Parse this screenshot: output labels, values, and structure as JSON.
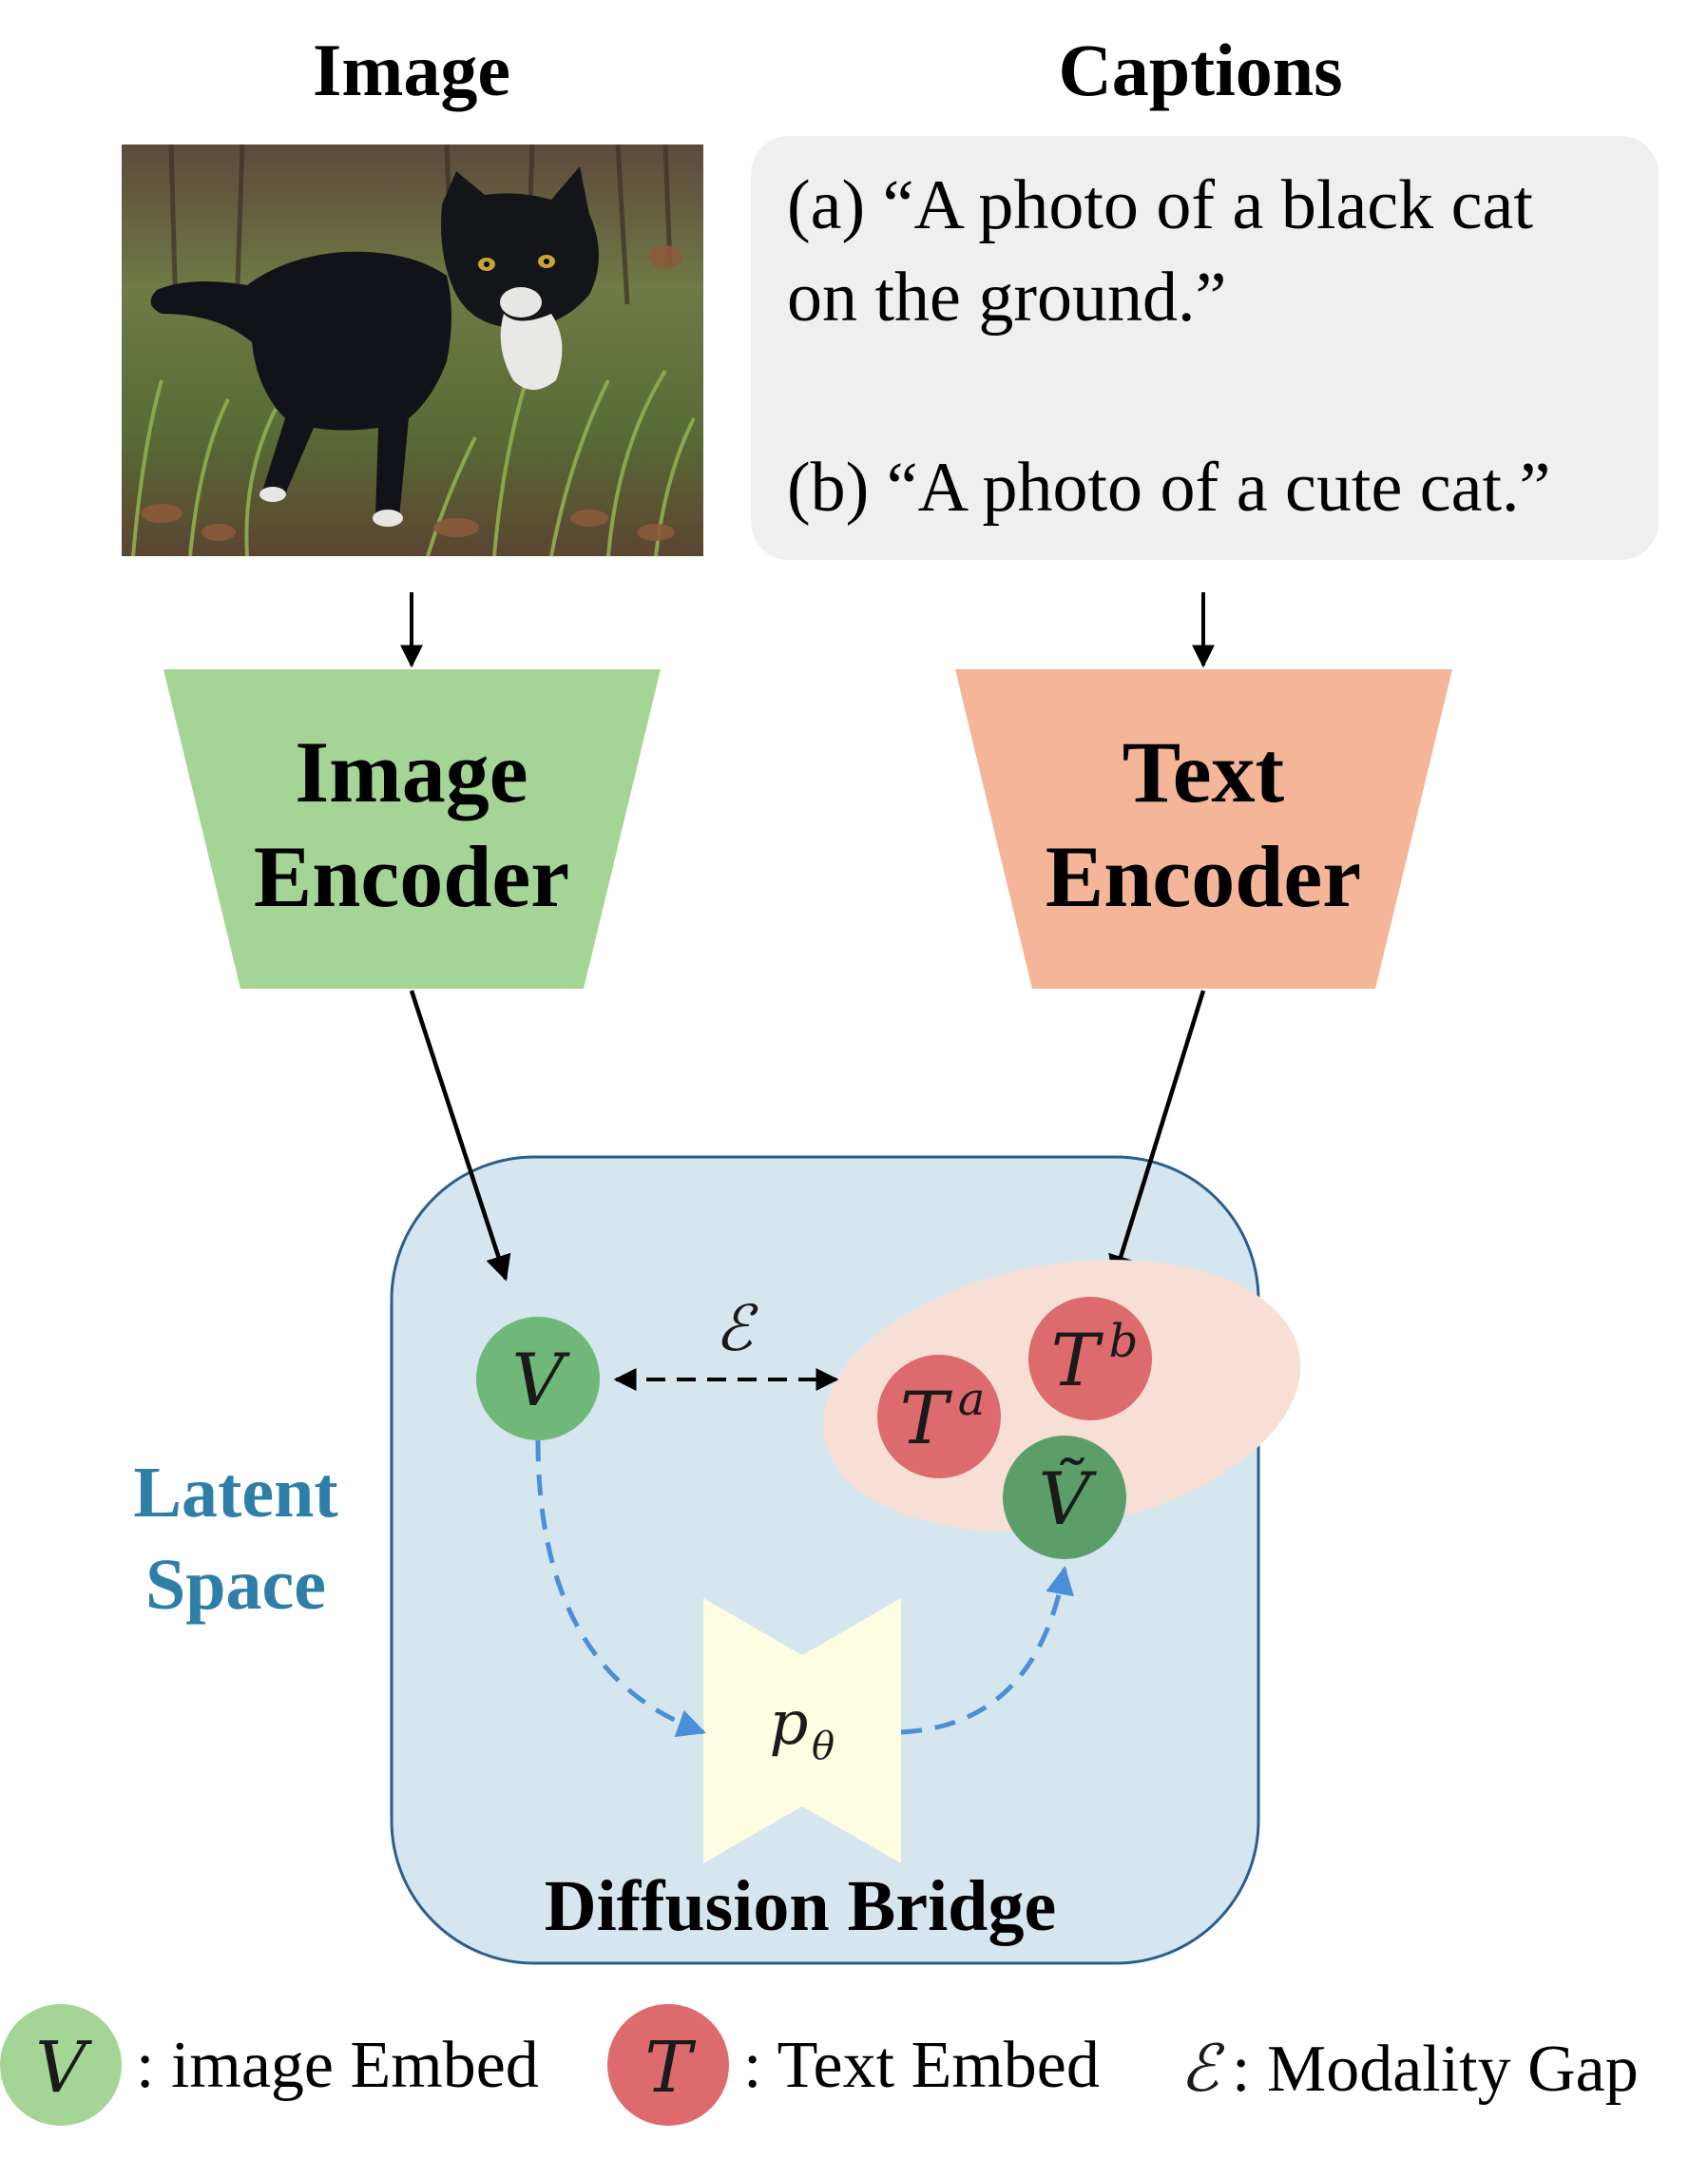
{
  "headings": {
    "image": "Image",
    "captions": "Captions"
  },
  "captions": {
    "a_line1": "(a) “A photo of a black cat",
    "a_line2": "on the ground.”",
    "b_line1": "(b) “A photo of a cute cat.”"
  },
  "image_encoder": {
    "line1": "Image",
    "line2": "Encoder"
  },
  "text_encoder": {
    "line1": "Text",
    "line2": "Encoder"
  },
  "latent_space": {
    "line1": "Latent",
    "line2": "Space"
  },
  "diffusion_bridge_label": "Diffusion Bridge",
  "nodes": {
    "v": "V",
    "ta": "T",
    "ta_sup": "a",
    "tb": "T",
    "tb_sup": "b",
    "vtilde": "Ṽ",
    "epsilon": "ℰ",
    "p": "p",
    "p_sub": "θ"
  },
  "legend": {
    "v_symbol": "V",
    "v_label": ": image Embed",
    "t_symbol": "T",
    "t_label": ": Text Embed",
    "eps_symbol": "ℰ",
    "eps_label": ": Modality Gap"
  },
  "colors": {
    "image_encoder": "#a5d596",
    "text_encoder": "#f4b598",
    "latent_bg": "#d5e6ef",
    "latent_border": "#2a5f8c",
    "caption_bg": "#efefef",
    "text_cluster": "#f8dfd5",
    "v_node": "#6fb879",
    "t_node": "#dd6a6c",
    "vtilde_node": "#5c9e6a",
    "bridge_fill": "#fdfde2",
    "dashed_arrow": "#4a90d9",
    "latent_label": "#2e7fa8"
  }
}
